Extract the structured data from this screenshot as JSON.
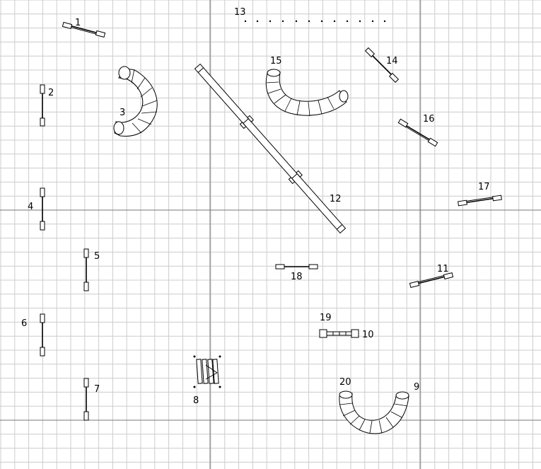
{
  "course": {
    "obstacle_labels": [
      {
        "id": "label-1",
        "text": "1"
      },
      {
        "id": "label-2",
        "text": "2"
      },
      {
        "id": "label-3",
        "text": "3"
      },
      {
        "id": "label-4",
        "text": "4"
      },
      {
        "id": "label-5",
        "text": "5"
      },
      {
        "id": "label-6",
        "text": "6"
      },
      {
        "id": "label-7",
        "text": "7"
      },
      {
        "id": "label-8",
        "text": "8"
      },
      {
        "id": "label-9",
        "text": "9"
      },
      {
        "id": "label-10",
        "text": "10"
      },
      {
        "id": "label-11",
        "text": "11"
      },
      {
        "id": "label-12",
        "text": "12"
      },
      {
        "id": "label-13",
        "text": "13"
      },
      {
        "id": "label-14",
        "text": "14"
      },
      {
        "id": "label-15",
        "text": "15"
      },
      {
        "id": "label-16",
        "text": "16"
      },
      {
        "id": "label-17",
        "text": "17"
      },
      {
        "id": "label-18",
        "text": "18"
      },
      {
        "id": "label-19",
        "text": "19"
      },
      {
        "id": "label-20",
        "text": "20"
      }
    ]
  },
  "colors": {
    "background": "#ffffff",
    "grid_minor": "#cccccc",
    "grid_major": "#777777",
    "ink": "#000000"
  }
}
